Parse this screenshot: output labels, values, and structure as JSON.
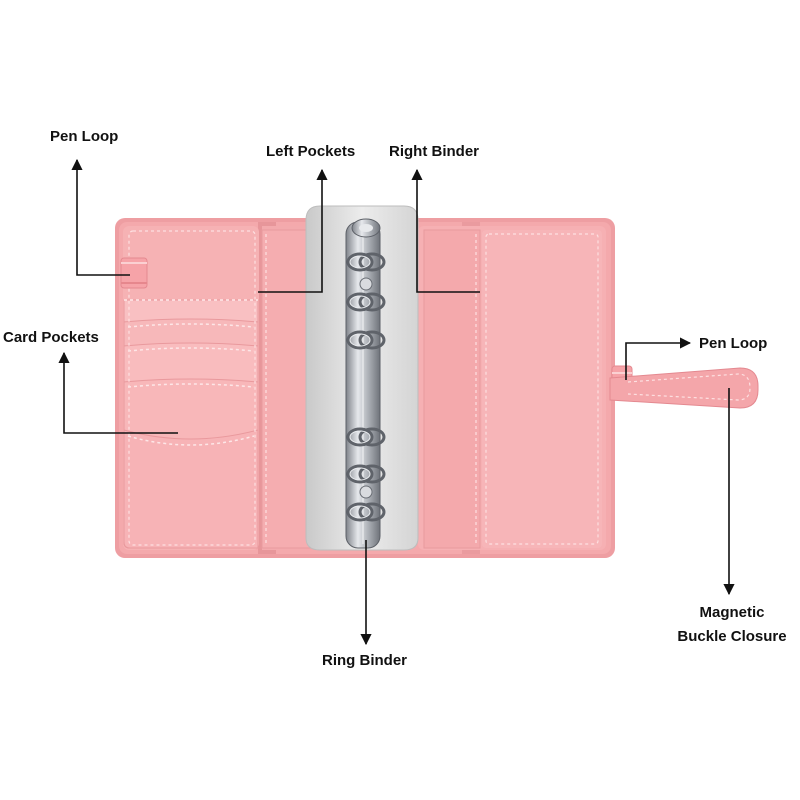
{
  "labels": {
    "pen_loop_left": "Pen Loop",
    "left_pockets": "Left Pockets",
    "right_binder": "Right Binder",
    "card_pockets": "Card Pockets",
    "pen_loop_right": "Pen Loop",
    "magnetic_line1": "Magnetic",
    "magnetic_line2": "Buckle Closure",
    "ring_binder": "Ring Binder"
  },
  "colors": {
    "cover": "#f4a9ac",
    "cover_edge": "#e99398",
    "pocket": "#f7b8ba",
    "stitch": "#fbe1e2",
    "insert": "#d8d8d8",
    "metal": "#b9bcc2",
    "arrow": "#111111"
  }
}
